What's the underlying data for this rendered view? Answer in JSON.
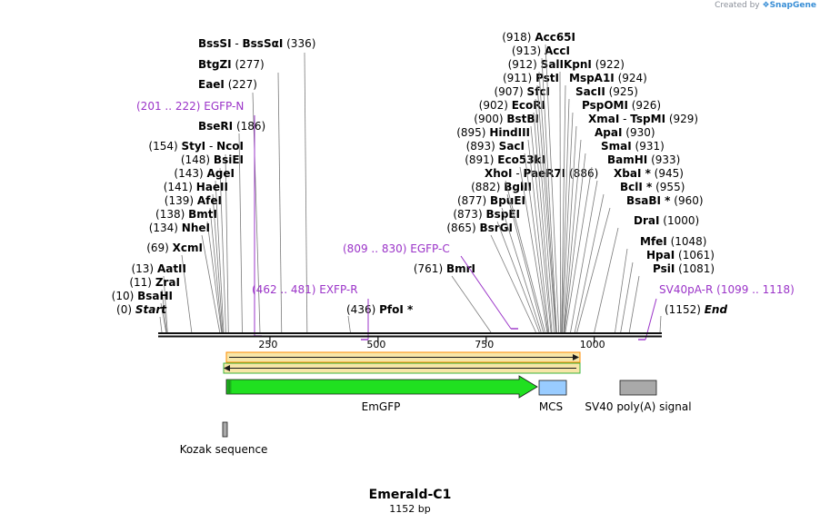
{
  "watermark": {
    "prefix": "Created by",
    "brand": "SnapGene"
  },
  "plasmid": {
    "name": "Emerald-C1",
    "length_label": "1152 bp",
    "length": 1152
  },
  "ruler": {
    "ticks": [
      "250",
      "500",
      "750",
      "1000"
    ]
  },
  "sites": [
    {
      "pos": "(336)",
      "name": "BssSI",
      "dash": "-",
      "name2": "BssSαI"
    },
    {
      "pos": "(277)",
      "name": "BtgZI"
    },
    {
      "pos": "(227)",
      "name": "EaeI"
    },
    {
      "pos": "(186)",
      "name": "BseRI"
    },
    {
      "pos": "(154)",
      "name": "StyI",
      "dash": "-",
      "name2": "NcoI"
    },
    {
      "pos": "(148)",
      "name": "BsiEI"
    },
    {
      "pos": "(143)",
      "name": "AgeI"
    },
    {
      "pos": "(141)",
      "name": "HaeII"
    },
    {
      "pos": "(139)",
      "name": "AfeI"
    },
    {
      "pos": "(138)",
      "name": "BmtI"
    },
    {
      "pos": "(134)",
      "name": "NheI"
    },
    {
      "pos": "(69)",
      "name": "XcmI"
    },
    {
      "pos": "(13)",
      "name": "AatII"
    },
    {
      "pos": "(11)",
      "name": "ZraI"
    },
    {
      "pos": "(10)",
      "name": "BsaHI"
    },
    {
      "pos": "(0)",
      "name": "Start"
    },
    {
      "pos": "(436)",
      "name": "PfoI *"
    },
    {
      "pos": "(761)",
      "name": "BmrI"
    },
    {
      "pos": "(865)",
      "name": "BsrGI"
    },
    {
      "pos": "(873)",
      "name": "BspEI"
    },
    {
      "pos": "(877)",
      "name": "BpuEI"
    },
    {
      "pos": "(882)",
      "name": "BglII"
    },
    {
      "pos": "(886)",
      "name": "XhoI",
      "dash": "-",
      "name2": "PaeR7I"
    },
    {
      "pos": "(891)",
      "name": "Eco53kI"
    },
    {
      "pos": "(893)",
      "name": "SacI"
    },
    {
      "pos": "(895)",
      "name": "HindIII"
    },
    {
      "pos": "(900)",
      "name": "BstBI"
    },
    {
      "pos": "(902)",
      "name": "EcoRI"
    },
    {
      "pos": "(907)",
      "name": "SfcI"
    },
    {
      "pos": "(911)",
      "name": "PstI"
    },
    {
      "pos": "(912)",
      "name": "SalI"
    },
    {
      "pos": "(913)",
      "name": "AccI"
    },
    {
      "pos": "(918)",
      "name": "Acc65I"
    },
    {
      "pos": "(922)",
      "name": "KpnI"
    },
    {
      "pos": "(924)",
      "name": "MspA1I"
    },
    {
      "pos": "(925)",
      "name": "SacII"
    },
    {
      "pos": "(926)",
      "name": "PspOMI"
    },
    {
      "pos": "(929)",
      "name": "XmaI",
      "dash": "-",
      "name2": "TspMI"
    },
    {
      "pos": "(930)",
      "name": "ApaI"
    },
    {
      "pos": "(931)",
      "name": "SmaI"
    },
    {
      "pos": "(933)",
      "name": "BamHI"
    },
    {
      "pos": "(945)",
      "name": "XbaI *"
    },
    {
      "pos": "(955)",
      "name": "BclI *"
    },
    {
      "pos": "(960)",
      "name": "BsaBI *"
    },
    {
      "pos": "(1000)",
      "name": "DraI"
    },
    {
      "pos": "(1048)",
      "name": "MfeI"
    },
    {
      "pos": "(1061)",
      "name": "HpaI"
    },
    {
      "pos": "(1081)",
      "name": "PsiI"
    },
    {
      "pos": "(1152)",
      "name": "End"
    }
  ],
  "primers": [
    {
      "range": "(201 .. 222)",
      "name": "EGFP-N"
    },
    {
      "range": "(462 .. 481)",
      "name": "EXFP-R"
    },
    {
      "range": "(809 .. 830)",
      "name": "EGFP-C"
    },
    {
      "range": "(1099 .. 1118)",
      "name": "SV40pA-R"
    }
  ],
  "features": [
    {
      "name": "EmGFP"
    },
    {
      "name": "MCS"
    },
    {
      "name": "SV40 poly(A) signal"
    },
    {
      "name": "Kozak sequence"
    }
  ],
  "colors": {
    "primer": "#9b34c8",
    "emgfp": "#20e020",
    "mcs": "#99ccff",
    "sv40": "#a9a9a9",
    "orf_fwd": "#ff8c00",
    "orf_rev": "#3cb43c",
    "orf_fill": "#f7e6a8"
  }
}
